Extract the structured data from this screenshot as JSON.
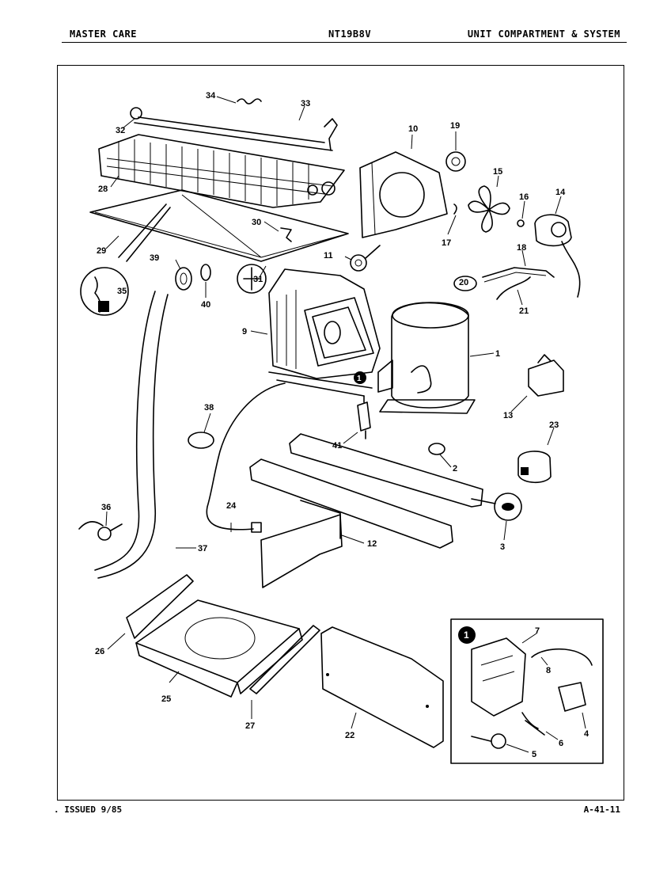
{
  "header": {
    "left": "MASTER CARE",
    "center": "NT19B8V",
    "right": "UNIT COMPARTMENT & SYSTEM"
  },
  "footer": {
    "left": ". ISSUED 9/85",
    "right": "A-41-11"
  },
  "callouts": {
    "c1": "1",
    "c2": "2",
    "c3": "3",
    "c4": "4",
    "c5": "5",
    "c6": "6",
    "c7": "7",
    "c8": "8",
    "c9": "9",
    "c10": "10",
    "c11": "11",
    "c12": "12",
    "c13": "13",
    "c14": "14",
    "c15": "15",
    "c16": "16",
    "c17": "17",
    "c18": "18",
    "c19": "19",
    "c20": "20",
    "c21": "21",
    "c22": "22",
    "c23": "23",
    "c24": "24",
    "c25": "25",
    "c26": "26",
    "c27": "27",
    "c28": "28",
    "c29": "29",
    "c30": "30",
    "c31": "31",
    "c32": "32",
    "c33": "33",
    "c34": "34",
    "c35": "35",
    "c36": "36",
    "c37": "37",
    "c38": "38",
    "c39": "39",
    "c40": "40",
    "c41": "41"
  },
  "detail_marker": "1"
}
